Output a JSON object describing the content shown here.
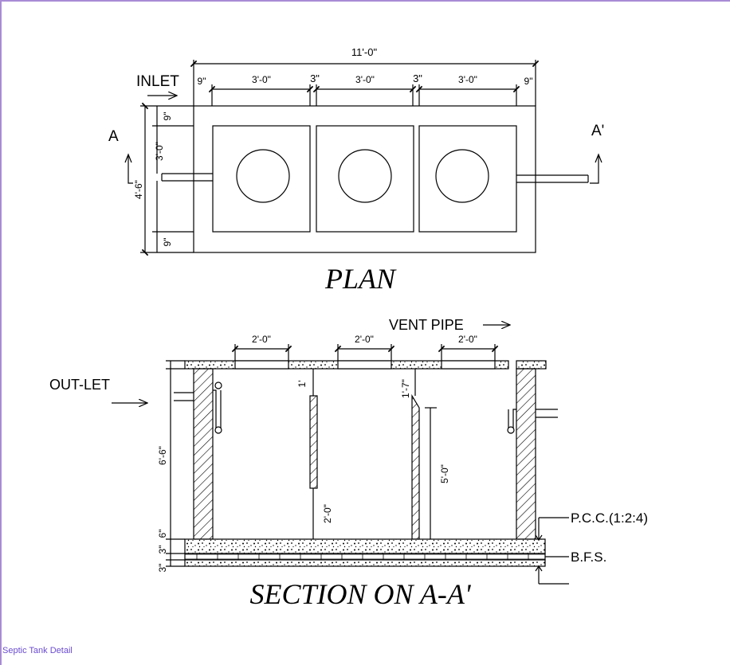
{
  "footer_label": "Septic Tank Detail",
  "plan": {
    "title": "PLAN",
    "inlet": "INLET",
    "section_left": "A",
    "section_right": "A'",
    "dim_overall": "11'-0\"",
    "dim_wall_left": "9\"",
    "dim_chamber1": "3'-0\"",
    "dim_partition1": "3\"",
    "dim_chamber2": "3'-0\"",
    "dim_partition2": "3\"",
    "dim_chamber3": "3'-0\"",
    "dim_wall_right": "9\"",
    "dim_width_total": "4'-6\"",
    "dim_wall_top": "9\"",
    "dim_inner_width": "3'-0\"",
    "dim_wall_bottom": "9\""
  },
  "section": {
    "title": "SECTION ON A-A'",
    "outlet": "OUT-LET",
    "vent_pipe": "VENT PIPE",
    "cover1": "2'-0\"",
    "cover2": "2'-0\"",
    "cover3": "2'-0\"",
    "dim_depth": "6'-6\"",
    "dim_slab": "6\"",
    "dim_pcc": "3\"",
    "dim_bfs": "3\"",
    "dim_baffle_top": "1'",
    "dim_baffle_gap": "2'-0\"",
    "dim_baffle2_top": "1'-7\"",
    "dim_baffle2_len": "5'-0\"",
    "pcc_label": "P.C.C.(1:2:4)",
    "bfs_label": "B.F.S."
  }
}
